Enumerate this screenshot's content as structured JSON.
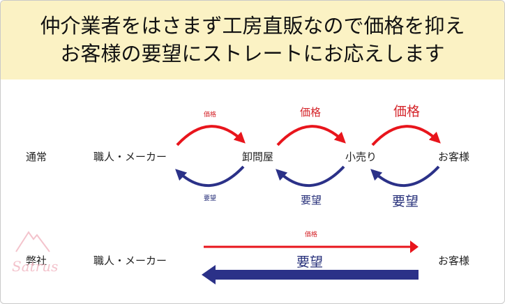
{
  "header": {
    "line1": "仲介業者をはさまず工房直販なので価格を抑え",
    "line2": "お客様の要望にストレートにお応えします"
  },
  "normal": {
    "row_label": "通常",
    "nodes": [
      "職人・メーカー",
      "卸問屋",
      "小売り",
      "お客様"
    ],
    "price_labels": [
      "価格",
      "価格",
      "価格"
    ],
    "request_labels": [
      "要望",
      "要望",
      "要望"
    ]
  },
  "ours": {
    "row_label": "弊社",
    "logo_text": "Satrus",
    "from": "職人・メーカー",
    "to": "お客様",
    "price_label": "価格",
    "request_label": "要望"
  },
  "colors": {
    "header_bg": "#fbf2c4",
    "price_red": "#e8151c",
    "request_blue": "#2b3188",
    "logo_pink": "#f2b9c4"
  }
}
